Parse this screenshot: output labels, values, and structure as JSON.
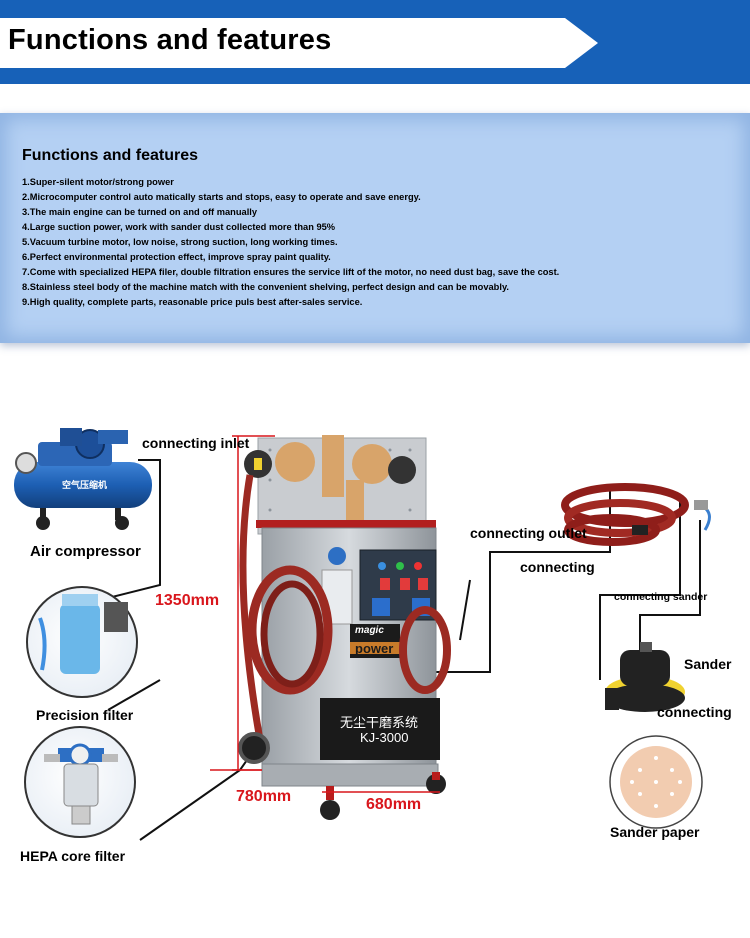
{
  "banner": {
    "title": "Functions and features"
  },
  "features": {
    "heading": "Functions and features",
    "items": [
      "1.Super-silent motor/strong power",
      "2.Microcomputer control auto matically starts and stops, easy to operate and save energy.",
      "3.The main engine can be turned on and off manually",
      "4.Large suction power, work with sander dust collected more than 95%",
      "5.Vacuum turbine motor, low noise, strong suction, long working times.",
      "6.Perfect environmental protection effect, improve spray paint quality.",
      "7.Come with specialized HEPA filer, double filtration ensures the service lift of the motor, no need dust bag, save the cost.",
      "8.Stainless steel body of the machine match with the convenient shelving, perfect design and can be movably.",
      "9.High quality, complete parts, reasonable price puls best after-sales service."
    ]
  },
  "diagram": {
    "air_compressor": "Air compressor",
    "precision_filter": "Precision filter",
    "hepa_core_filter": "HEPA core filter",
    "connecting_inlet": "connecting inlet",
    "connecting_outlet": "connecting outlet",
    "connecting": "connecting",
    "connecting_sander": "connecting sander",
    "sander": "Sander",
    "connecting_2": "connecting",
    "sander_paper": "Sander paper",
    "height": "1350mm",
    "depth": "780mm",
    "width": "680mm",
    "machine_logo": "power",
    "machine_logo_top": "magic",
    "machine_cn": "无尘干磨系统",
    "machine_model": "KJ-3000",
    "compressor_cn": "空气压缩机"
  },
  "colors": {
    "banner_blue": "#1761b8",
    "feature_bg": "#b4d0f3",
    "dimension_red": "#d9161c",
    "hose_red": "#9c2a22"
  }
}
